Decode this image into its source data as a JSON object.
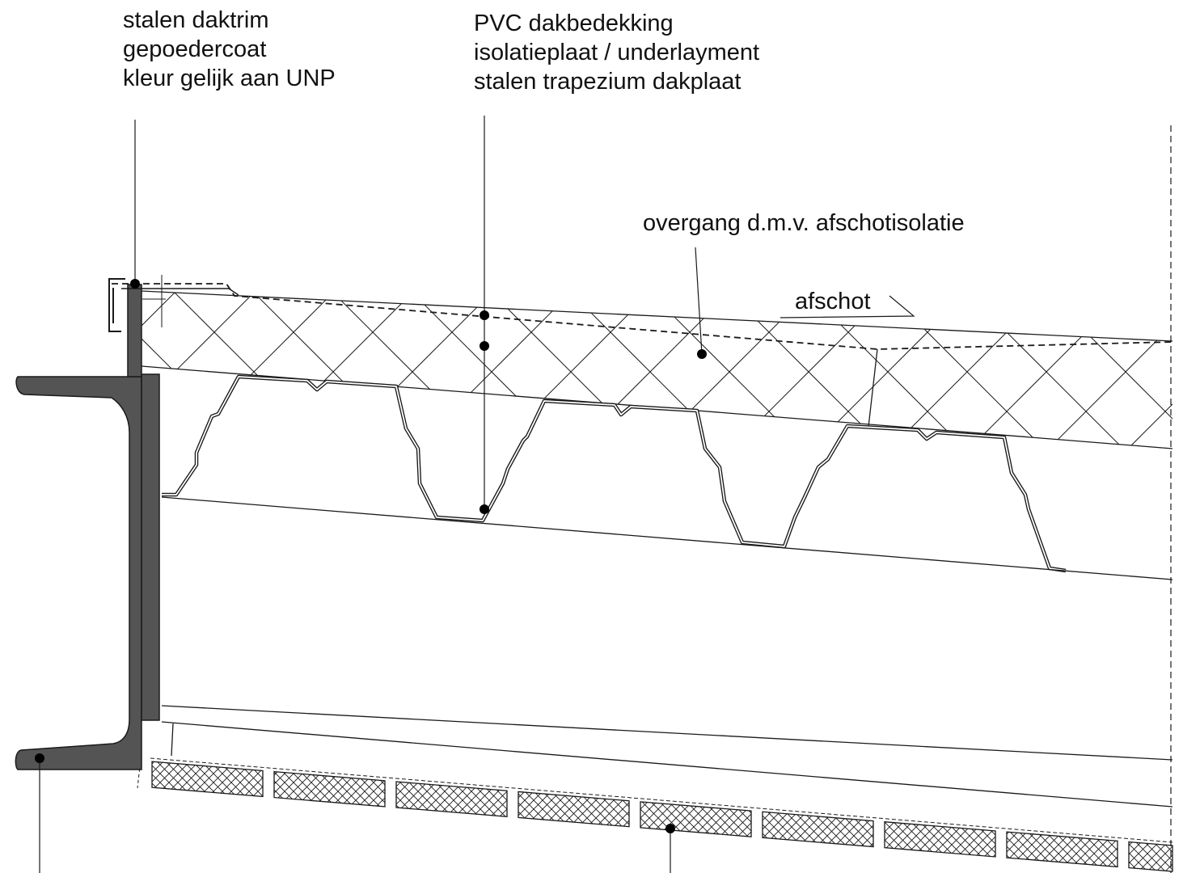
{
  "labels": {
    "daktrim_line1": "stalen daktrim",
    "daktrim_line2": "gepoedercoat",
    "daktrim_line3": "kleur gelijk aan UNP",
    "roof_line1": "PVC dakbedekking",
    "roof_line2": "isolatieplaat / underlayment",
    "roof_line3": "stalen trapezium dakplaat",
    "transition": "overgang d.m.v. afschotisolatie",
    "slope": "afschot"
  }
}
